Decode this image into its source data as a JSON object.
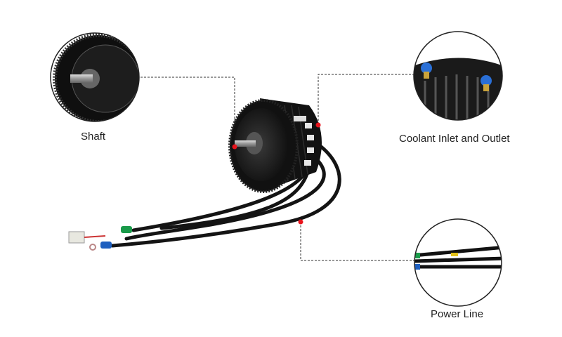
{
  "callouts": {
    "shaft": {
      "label": "Shaft"
    },
    "coolant": {
      "label": "Coolant Inlet and Outlet"
    },
    "power": {
      "label": "Power Line"
    }
  },
  "colors": {
    "marker": "#e8141c",
    "leader": "#333333",
    "motor": "#1a1a1a"
  }
}
